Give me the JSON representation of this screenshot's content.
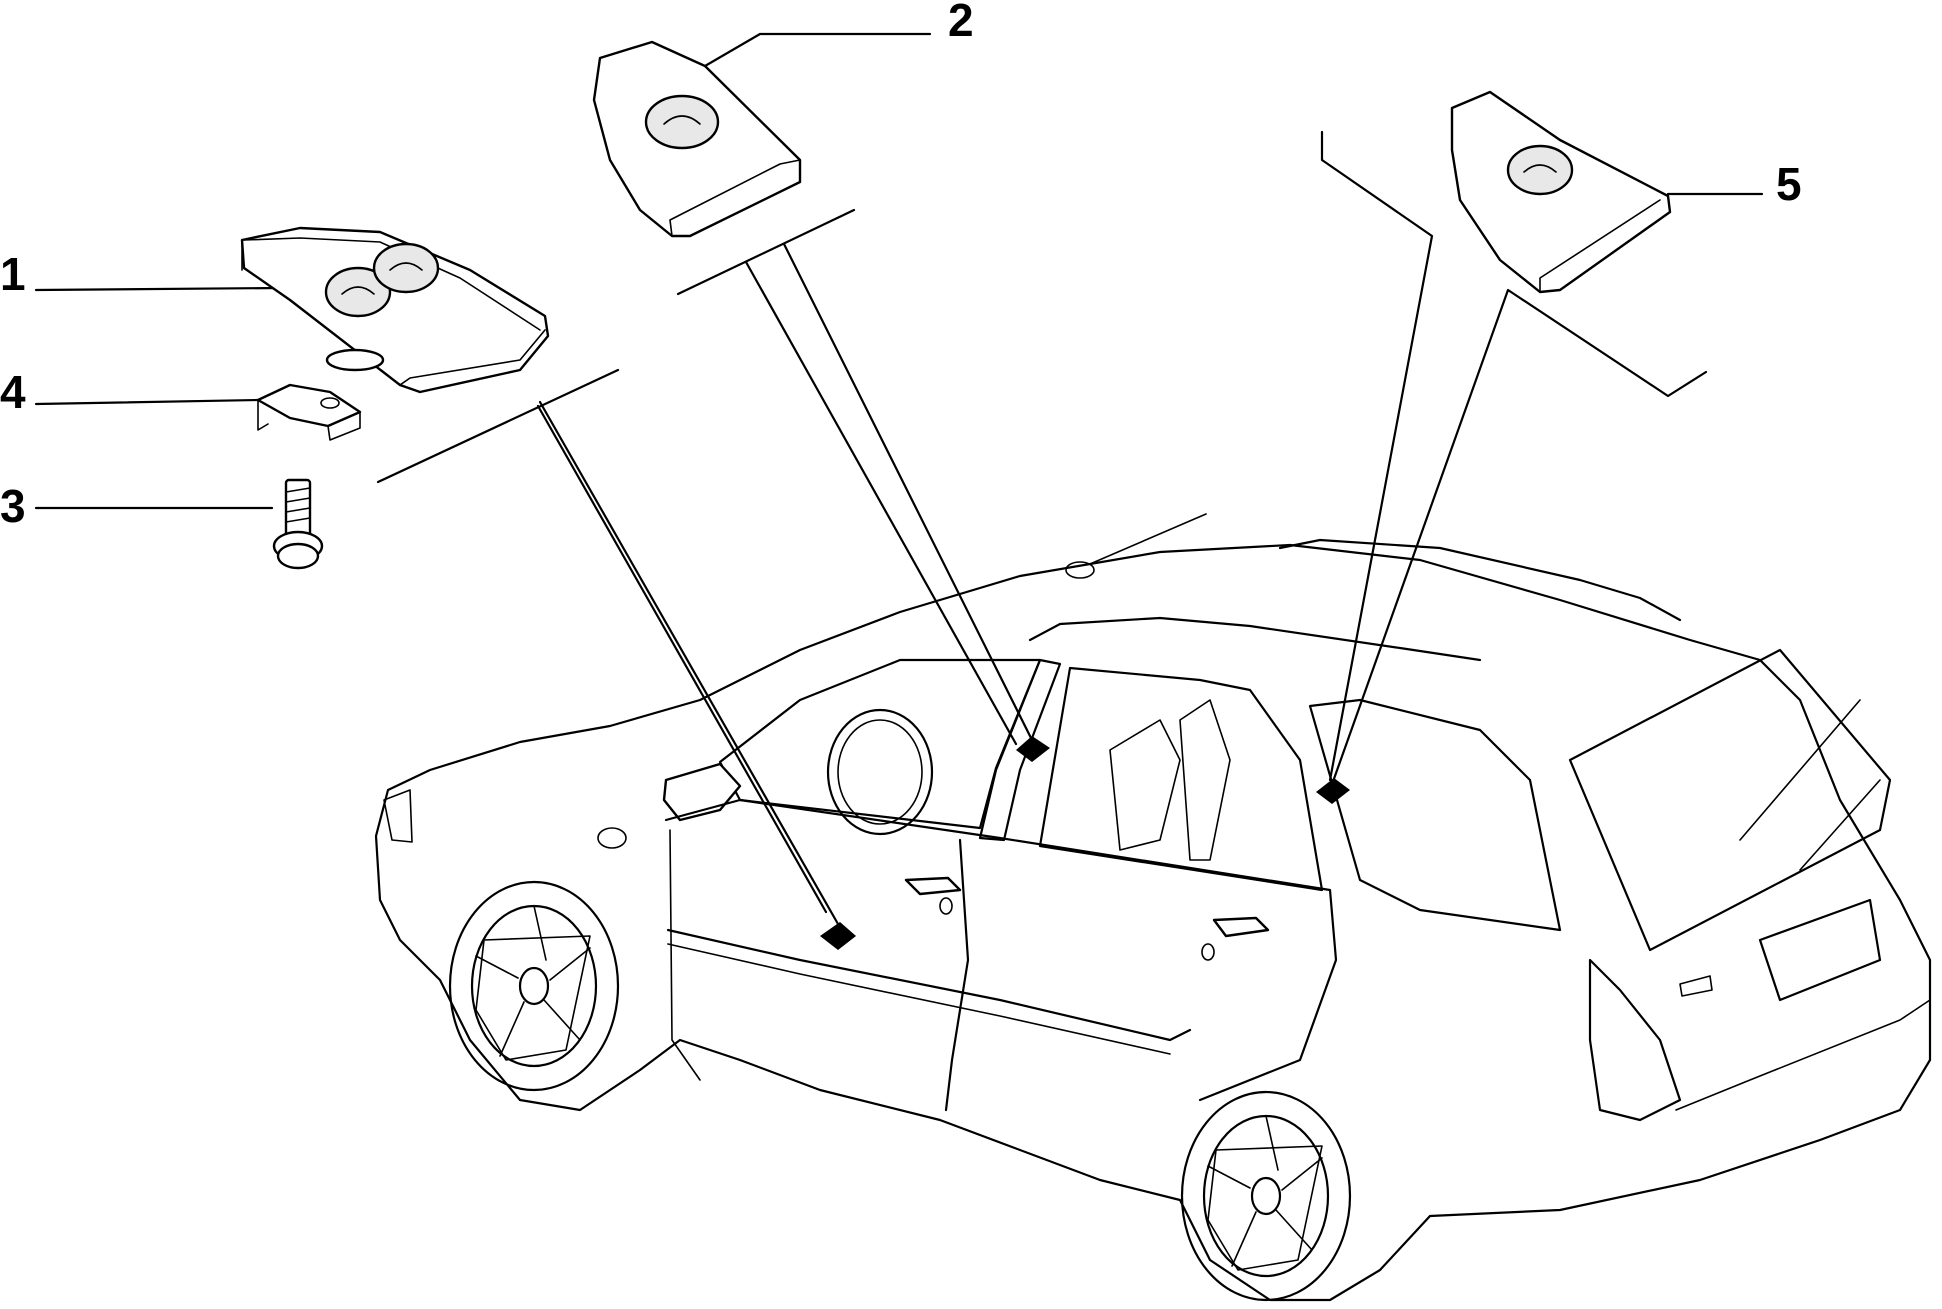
{
  "callouts": [
    {
      "label": "1",
      "part": "switch-panel-double"
    },
    {
      "label": "2",
      "part": "switch-panel-single-front"
    },
    {
      "label": "3",
      "part": "screw"
    },
    {
      "label": "4",
      "part": "clip"
    },
    {
      "label": "5",
      "part": "switch-panel-single-rear"
    }
  ]
}
